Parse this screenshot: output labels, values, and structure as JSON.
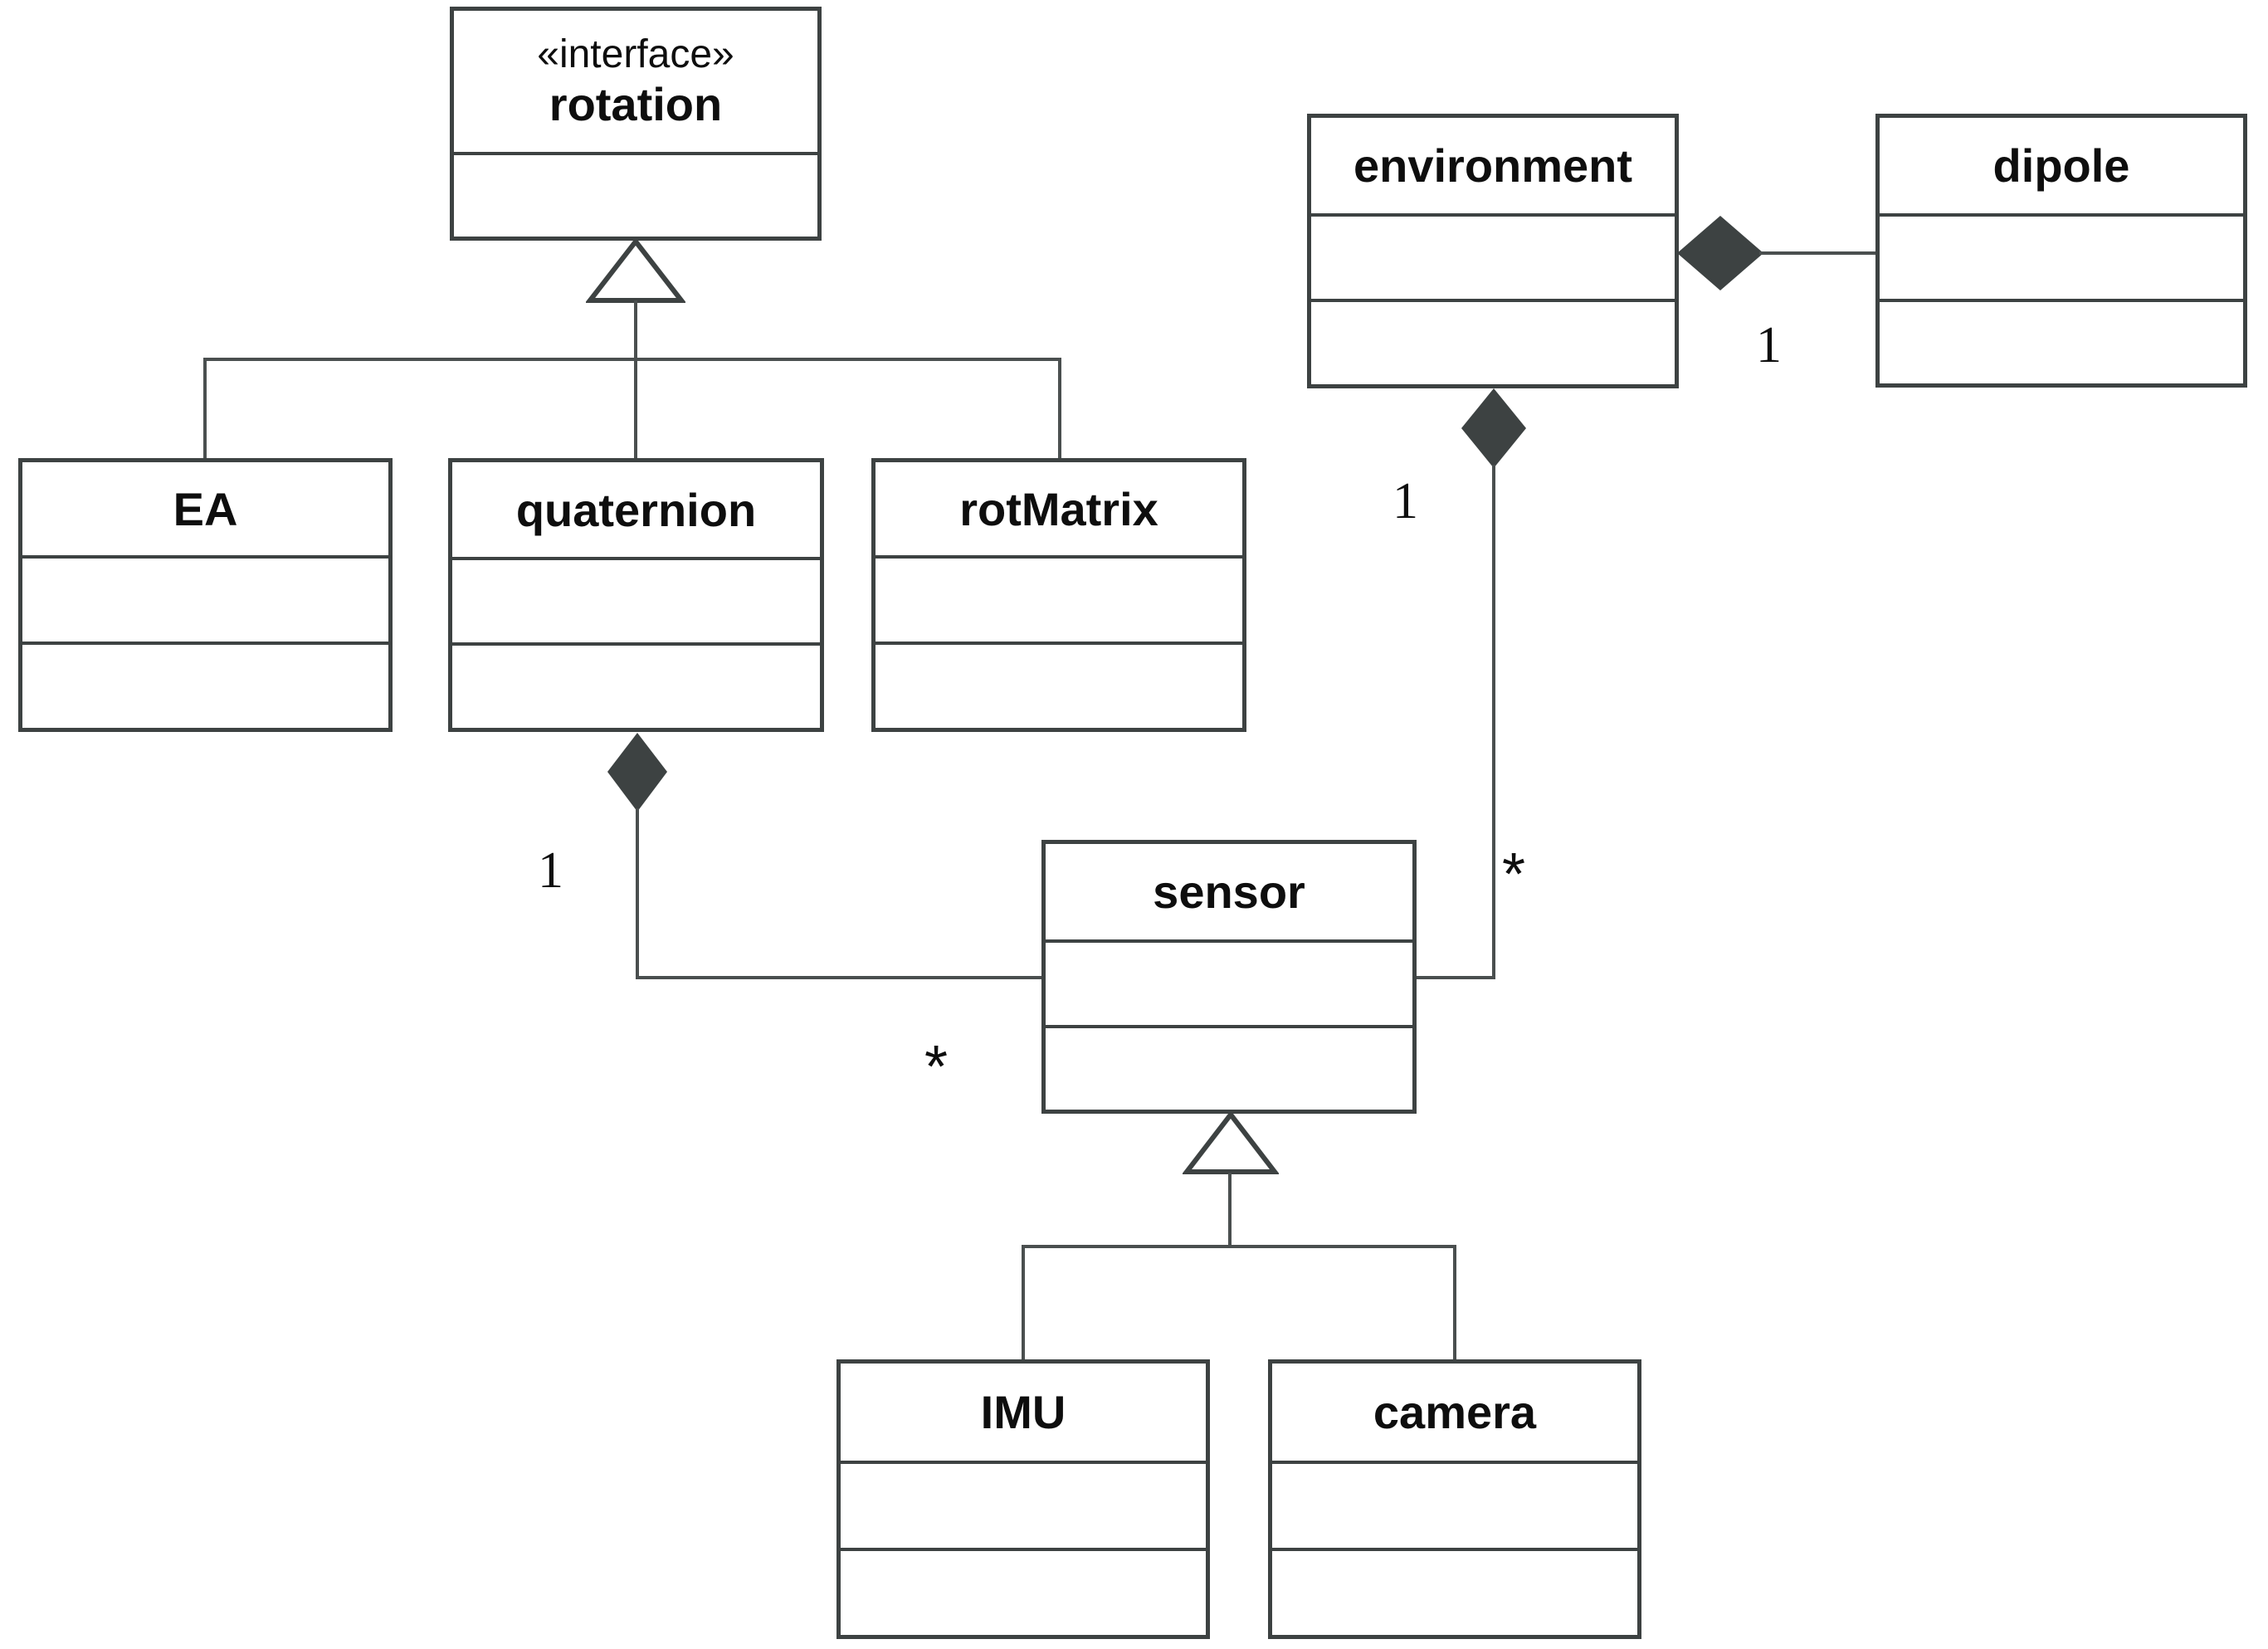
{
  "diagram": {
    "kind": "uml-class-diagram"
  },
  "classes": {
    "rotation": {
      "stereotype": "«interface»",
      "name": "rotation"
    },
    "ea": {
      "name": "EA"
    },
    "quaternion": {
      "name": "quaternion"
    },
    "rotmatrix": {
      "name": "rotMatrix"
    },
    "environment": {
      "name": "environment"
    },
    "dipole": {
      "name": "dipole"
    },
    "sensor": {
      "name": "sensor"
    },
    "imu": {
      "name": "IMU"
    },
    "camera": {
      "name": "camera"
    }
  },
  "multiplicities": {
    "env_dipole_dipole_end": "1",
    "env_sensor_env_end": "1",
    "env_sensor_sensor_end": "*",
    "quat_sensor_quat_end": "1",
    "quat_sensor_sensor_end": "*"
  },
  "colors": {
    "line": "#3d4242",
    "text": "#0e0e0e",
    "background": "#ffffff"
  }
}
